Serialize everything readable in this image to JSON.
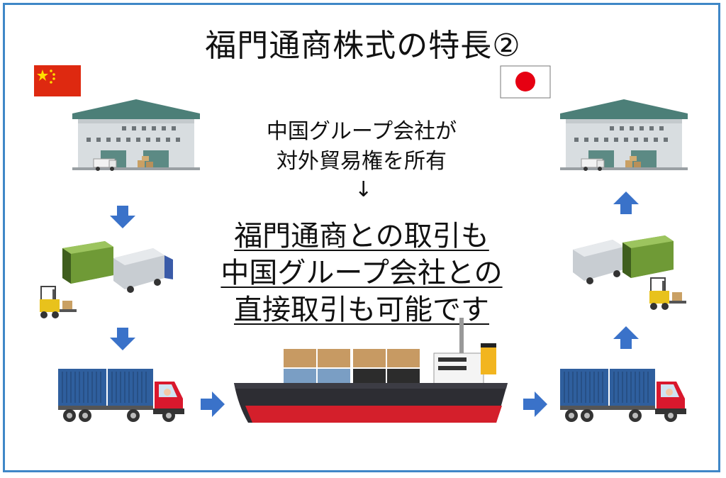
{
  "title": "福門通商株式の特長②",
  "intro": {
    "line1": "中国グループ会社が",
    "line2": "対外貿易権を所有",
    "arrow": "↓"
  },
  "highlight": {
    "line1": "福門通商との取引も",
    "line2": "中国グループ会社との",
    "line3": "直接取引も可能です"
  },
  "colors": {
    "frame": "#3f87c7",
    "flow_arrow": "#3a72c9",
    "china_flag": "#de2910",
    "japan_sun": "#e60012",
    "truck_cab": "#d9182d",
    "container_blue": "#2f5f9e",
    "container_green": "#6f9a36",
    "ship_hull_red": "#d41f2b",
    "ship_hull_dark": "#2d2d33"
  },
  "icons": {
    "left_flag": "china-flag-icon",
    "right_flag": "japan-flag-icon",
    "warehouse": "warehouse-icon",
    "forklift": "forklift-icon",
    "container_truck": "container-truck-icon",
    "ship": "cargo-ship-icon",
    "arrow": "blue-arrow-icon"
  }
}
